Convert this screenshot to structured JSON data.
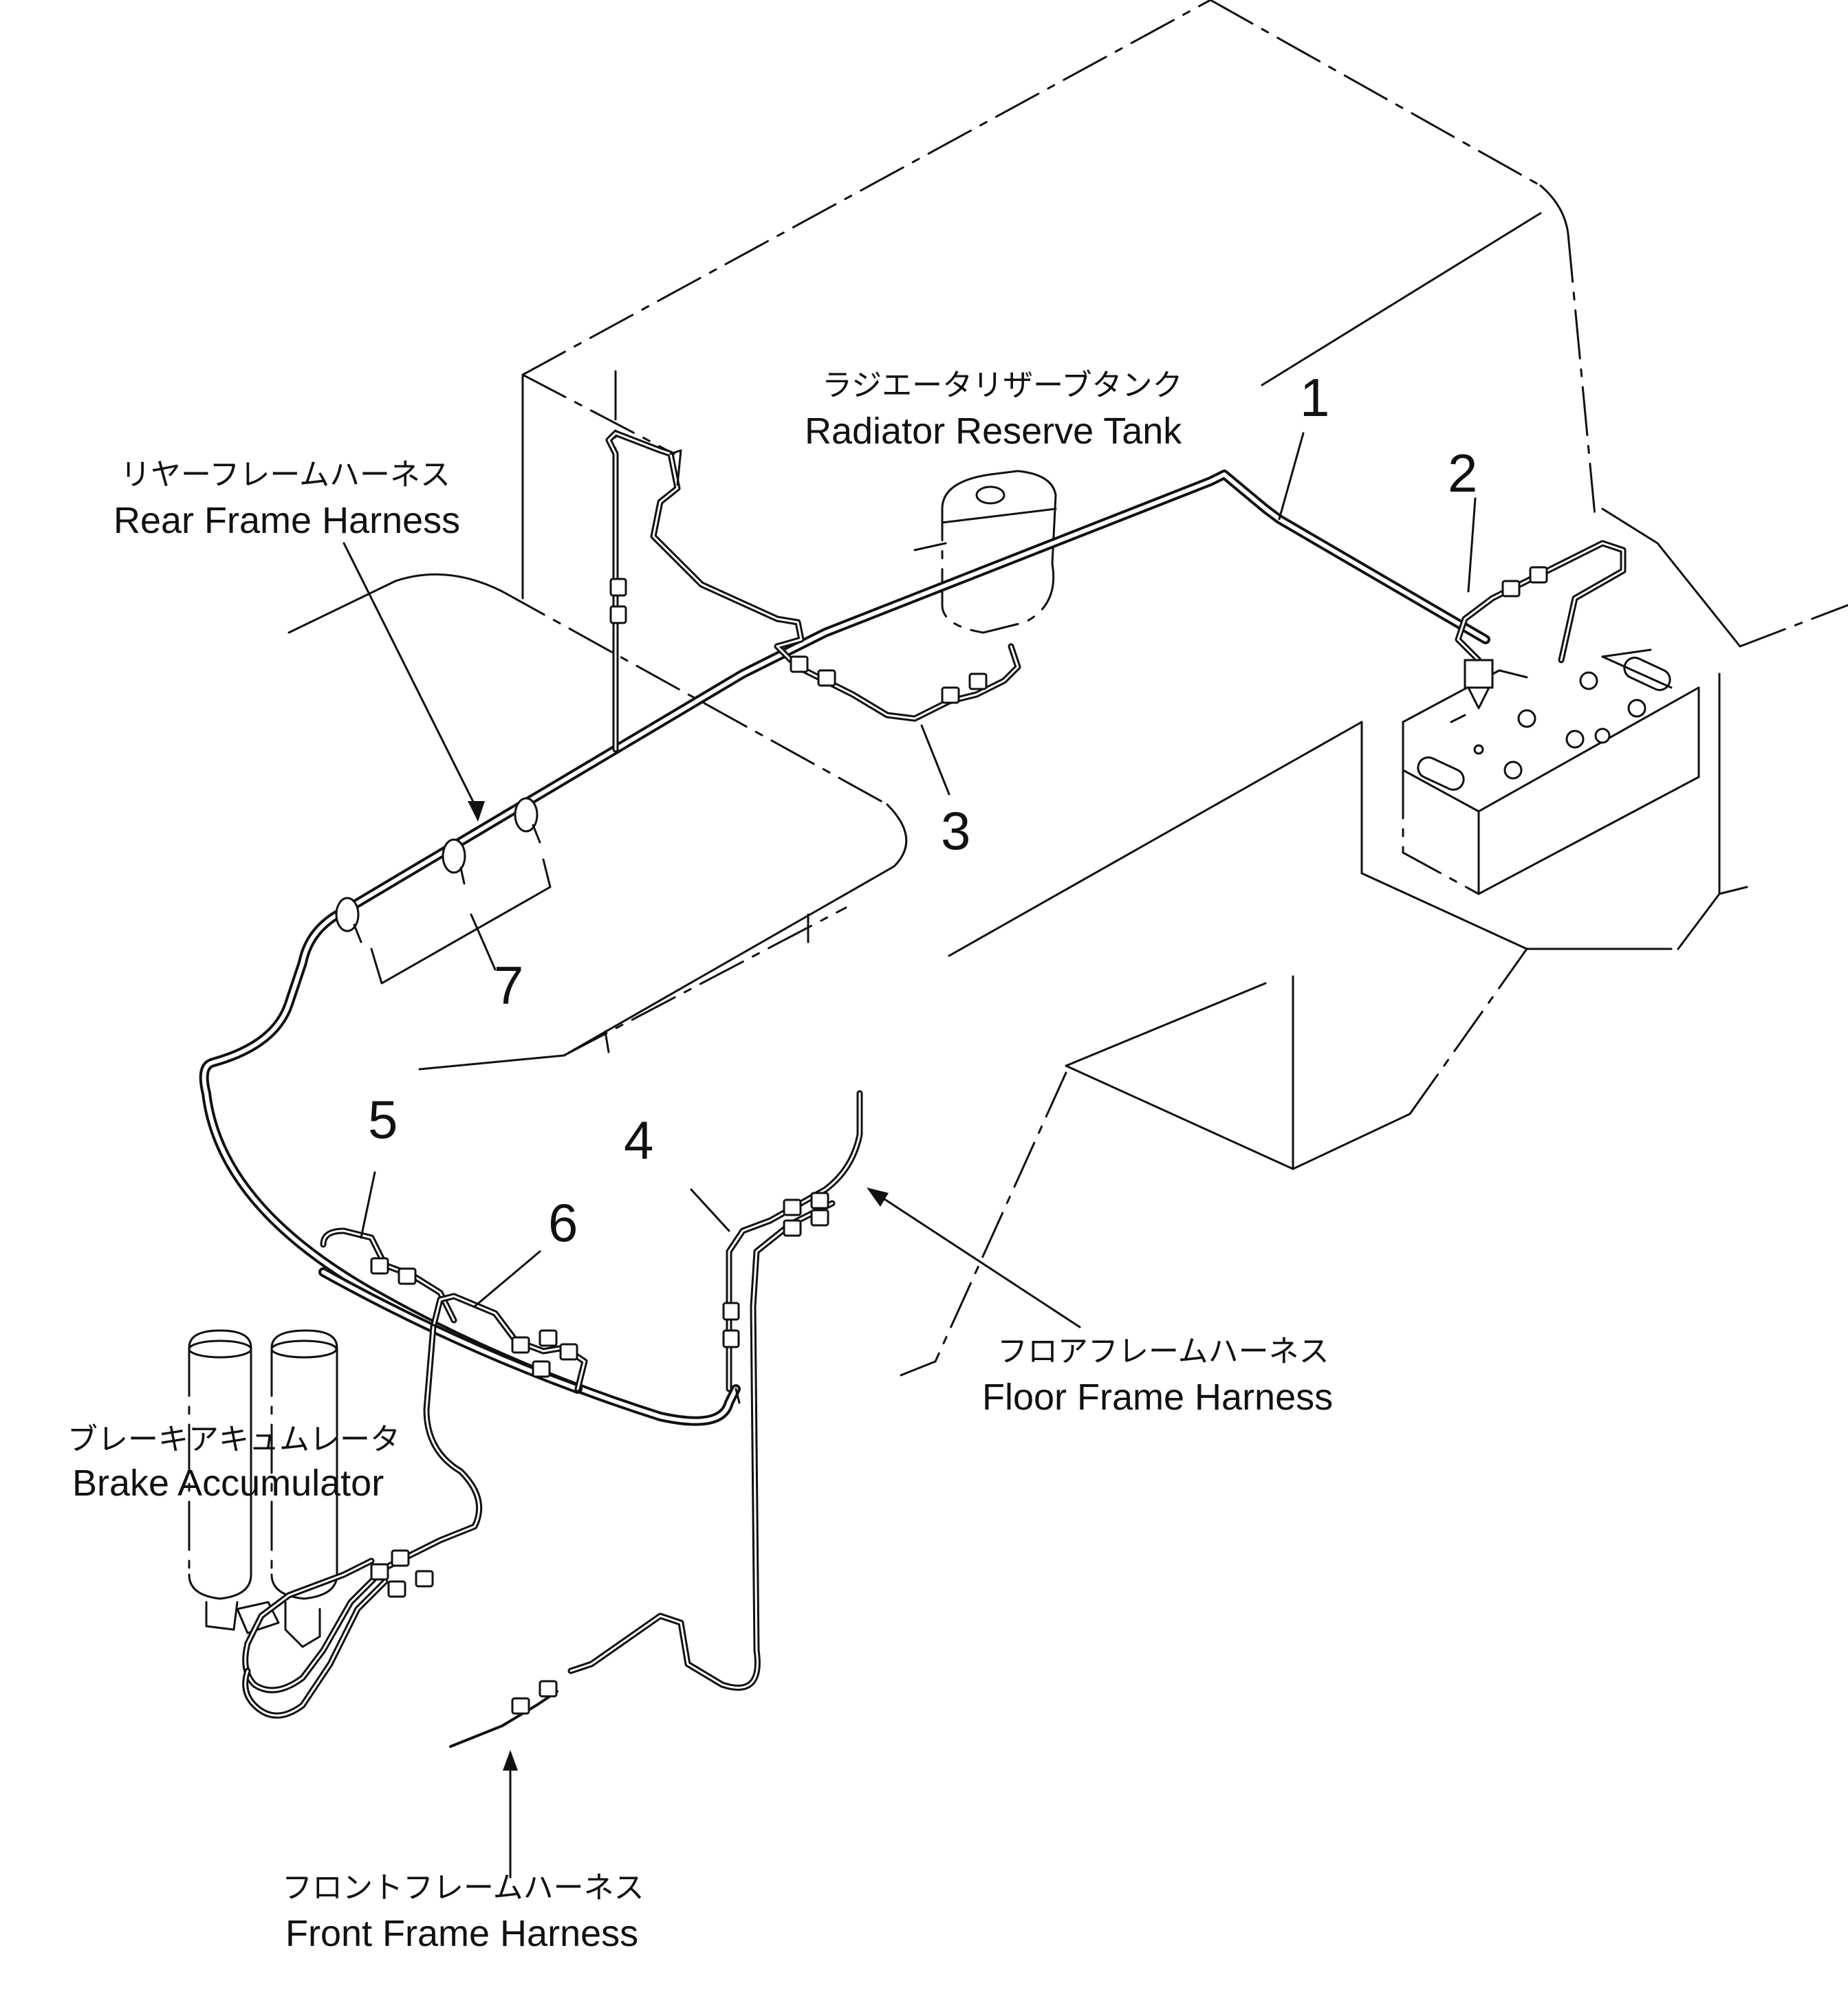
{
  "callouts": [
    "1",
    "2",
    "3",
    "4",
    "5",
    "6",
    "7"
  ],
  "labels": {
    "radiator_reserve_tank": {
      "jp": "ラジエータリザーブタンク",
      "en": "Radiator Reserve Tank"
    },
    "rear_frame_harness": {
      "jp": "リヤーフレームハーネス",
      "en": "Rear Frame Harness"
    },
    "floor_frame_harness": {
      "jp": "フロアフレームハーネス",
      "en": "Floor Frame Harness"
    },
    "brake_accumulator": {
      "jp": "ブレーキアキュムレータ",
      "en": "Brake Accumulator"
    },
    "front_frame_harness": {
      "jp": "フロントフレームハーネス",
      "en": "Front Frame Harness"
    }
  }
}
